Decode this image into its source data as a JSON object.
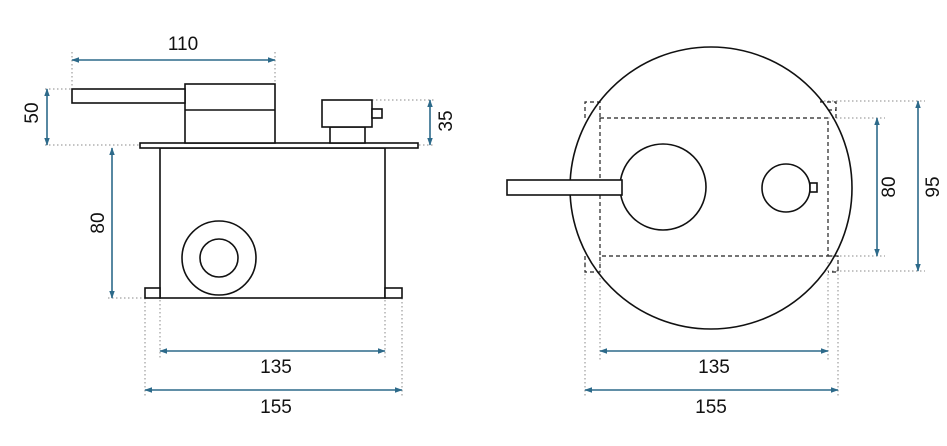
{
  "colors": {
    "dimension": "#2d6a8a",
    "outline": "#111111",
    "extension": "#8a8a8a"
  },
  "side_view": {
    "dimensions": {
      "top_width": "110",
      "handle_height": "50",
      "knob_height": "35",
      "body_height": "80",
      "inner_width": "135",
      "outer_width": "155"
    }
  },
  "front_view": {
    "dimensions": {
      "inner_height": "80",
      "outer_height": "95",
      "inner_width": "135",
      "outer_width": "155"
    }
  }
}
